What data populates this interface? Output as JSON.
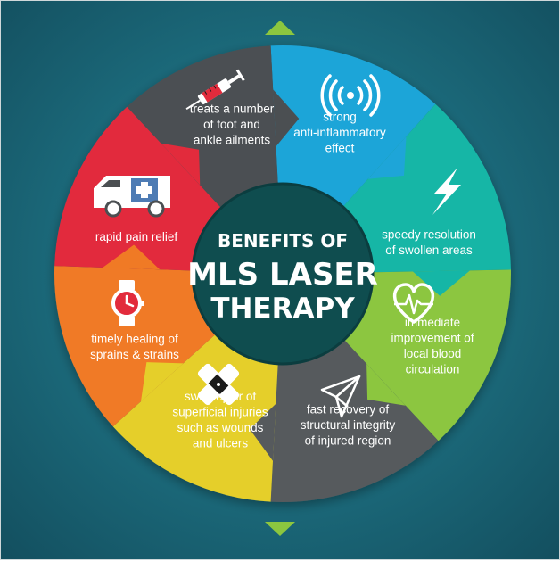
{
  "title": {
    "line1": "BENEFITS OF",
    "line2": "MLS LASER",
    "line3": "THERAPY"
  },
  "colors": {
    "background": "#1d6f80",
    "hub": "#0f4d4f",
    "arrows": "#8cc63f"
  },
  "segments": [
    {
      "lines": [
        "treats a number",
        "of foot and",
        "ankle ailments"
      ],
      "icon": "syringe-icon",
      "color": "#1ea5d8"
    },
    {
      "lines": [
        "strong",
        "anti-inflammatory",
        "effect"
      ],
      "icon": "wireless-signal-icon",
      "color": "#15b6a6"
    },
    {
      "lines": [
        "speedy resolution",
        "of swollen areas"
      ],
      "icon": "lightning-bolt-icon",
      "color": "#8cc63f"
    },
    {
      "lines": [
        "immediate",
        "improvement of",
        "local blood",
        "circulation"
      ],
      "icon": "heartbeat-icon",
      "color": "#565a5d"
    },
    {
      "lines": [
        "fast recovery of",
        "structural integrity",
        "of injured region"
      ],
      "icon": "paper-plane-icon",
      "color": "#e5cf2a"
    },
    {
      "lines": [
        "swift repair of",
        "superficial injuries",
        "such as wounds",
        "and ulcers"
      ],
      "icon": "bandage-icon",
      "color": "#f07a25"
    },
    {
      "lines": [
        "timely healing of",
        "sprains & strains"
      ],
      "icon": "wristwatch-icon",
      "color": "#e22b3c"
    },
    {
      "lines": [
        "rapid pain relief"
      ],
      "icon": "ambulance-icon",
      "color": "#4b4f52"
    }
  ]
}
